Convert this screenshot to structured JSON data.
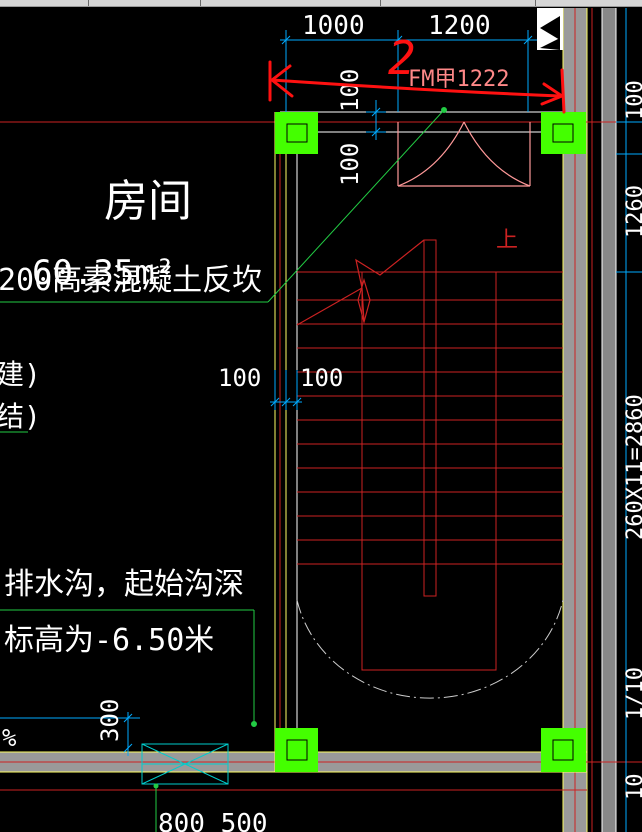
{
  "colors": {
    "background": "#000000",
    "dimension": "#ffffff",
    "dimension_line": "#00aaff",
    "column": "#44ff00",
    "wall": "#9a9a9a",
    "wall_edge": "#ffff66",
    "stair": "#cc2222",
    "door": "#ff9999",
    "annotation": "#ff1111",
    "leader": "#22cc44",
    "room_text": "#ffffff",
    "window": "#00cccc"
  },
  "icons": {
    "column": "column-square-icon",
    "stair_arrow": "stair-up-arrow-icon",
    "door": "double-swing-door-icon",
    "window": "window-cross-icon",
    "north_mark": "triangle-marker-icon"
  },
  "dimensions": {
    "top_left": "1000",
    "top_right": "1200",
    "door_gap_top": "100",
    "door_gap_bottom": "100",
    "wall_left": "100",
    "wall_right": "100",
    "bottom_300": "300",
    "bottom_row": "800  500",
    "right_1": "100",
    "right_2": "1260",
    "right_3": "260X11=2860",
    "right_4": "1/10",
    "right_5": "10"
  },
  "door_label": "FM甲1222",
  "room": {
    "name": "房间",
    "area_partial": "60.35m²"
  },
  "notes": {
    "wall_material": "200高素混凝土反坎",
    "legend_1": "建)",
    "legend_2": "结)",
    "drain_line_1": "排水沟，起始沟深",
    "drain_line_2": "标高为-6.50米",
    "slope": "%"
  },
  "stair_label": "上",
  "annotation": {
    "number": "2"
  }
}
